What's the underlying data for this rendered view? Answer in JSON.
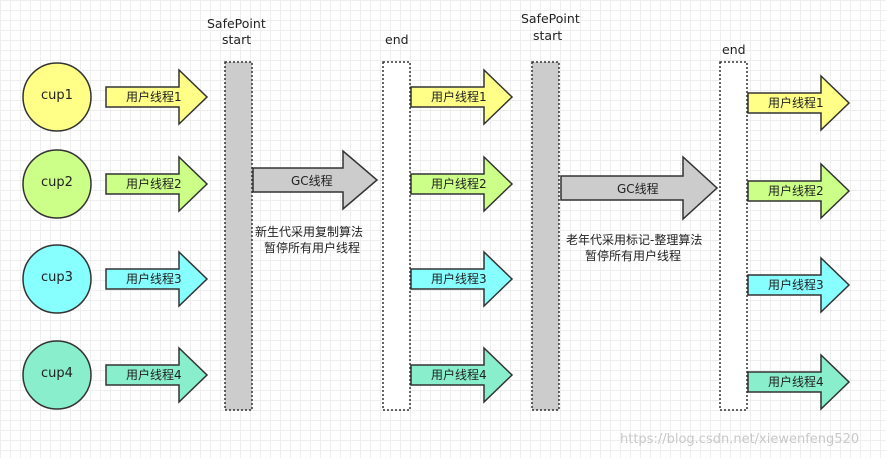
{
  "cpus": [
    {
      "label": "cup1",
      "color": "#ffff88"
    },
    {
      "label": "cup2",
      "color": "#ccff88"
    },
    {
      "label": "cup3",
      "color": "#88ffff"
    },
    {
      "label": "cup4",
      "color": "#88eecc"
    }
  ],
  "thread_labels": [
    "用户线程1",
    "用户线程2",
    "用户线程3",
    "用户线程4"
  ],
  "thread_colors": [
    "#ffff88",
    "#ccff88",
    "#88ffff",
    "#88eecc"
  ],
  "phase1": {
    "start_caption": [
      "SafePoint",
      "start"
    ],
    "end_caption": "end",
    "gc_label": "GC线程",
    "note": [
      "新生代采用复制算法",
      "暂停所有用户线程"
    ]
  },
  "phase2": {
    "start_caption": [
      "SafePoint",
      "start"
    ],
    "end_caption": "end",
    "gc_label": "GC线程",
    "note": [
      "老年代采用标记-整理算法",
      "暂停所有用户线程"
    ]
  },
  "colors": {
    "bar_gray": "#cccccc",
    "gc_gray": "#cccccc",
    "stroke": "#333333"
  },
  "watermark": "https://blog.csdn.net/xiewenfeng520"
}
